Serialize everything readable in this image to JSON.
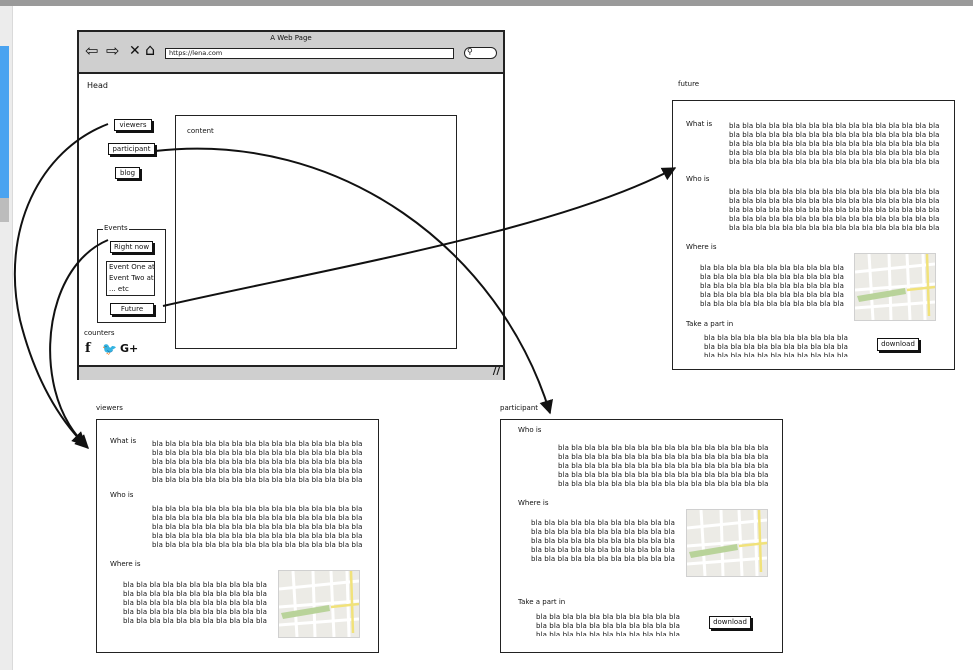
{
  "browser": {
    "title": "A Web Page",
    "url": "https://lena.com",
    "head": "Head",
    "nav": {
      "viewers": "viewers",
      "participant": "participant",
      "blog": "blog"
    },
    "content_label": "content",
    "events": {
      "legend": "Events",
      "right_now": "Right now",
      "list": [
        "Event One at",
        "Event Two at",
        "... etc"
      ],
      "future": "Future"
    },
    "counters": "counters",
    "social_icons": [
      "facebook-icon",
      "twitter-icon",
      "google-plus-icon"
    ]
  },
  "future": {
    "label": "future",
    "what_is": "What is",
    "who_is": "Who is",
    "where_is": "Where is",
    "take_part": "Take a part in",
    "download": "download",
    "text_what": "bla bla bla bla bla bla bla bla bla bla bla bla bla bla bla bla\nbla bla bla bla bla bla bla bla bla bla bla bla bla bla bla bla\nbla bla bla bla bla bla bla bla bla bla bla bla bla bla bla bla\nbla bla bla bla bla bla bla bla bla bla bla bla bla bla bla bla\nbla bla bla bla bla bla bla bla bla bla bla bla bla bla bla bla",
    "text_who": "bla bla bla bla bla bla bla bla bla bla bla bla bla bla bla bla\nbla bla bla bla bla bla bla bla bla bla bla bla bla bla bla bla\nbla bla bla bla bla bla bla bla bla bla bla bla bla bla bla bla\nbla bla bla bla bla bla bla bla bla bla bla bla bla bla bla bla\nbla bla bla bla bla bla bla bla bla bla bla bla bla bla bla bla",
    "text_where": "bla bla bla bla bla bla bla bla bla bla bla\nbla bla bla bla bla bla bla bla bla bla bla\nbla bla bla bla bla bla bla bla bla bla bla\nbla bla bla bla bla bla bla bla bla bla bla\nbla bla bla bla bla bla bla bla bla bla bla",
    "text_take": "bla bla bla bla bla bla bla bla bla bla bla\nbla bla bla bla bla bla bla bla bla bla bla\nbla bla bla bla bla bla bla bla bla bla bla"
  },
  "viewers": {
    "label": "viewers",
    "what_is": "What is",
    "who_is": "Who is",
    "where_is": "Where is",
    "text_what": "bla bla bla bla bla bla bla bla bla bla bla bla bla bla bla bla\nbla bla bla bla bla bla bla bla bla bla bla bla bla bla bla bla\nbla bla bla bla bla bla bla bla bla bla bla bla bla bla bla bla\nbla bla bla bla bla bla bla bla bla bla bla bla bla bla bla bla\nbla bla bla bla bla bla bla bla bla bla bla bla bla bla bla bla",
    "text_who": "bla bla bla bla bla bla bla bla bla bla bla bla bla bla bla bla\nbla bla bla bla bla bla bla bla bla bla bla bla bla bla bla bla\nbla bla bla bla bla bla bla bla bla bla bla bla bla bla bla bla\nbla bla bla bla bla bla bla bla bla bla bla bla bla bla bla bla\nbla bla bla bla bla bla bla bla bla bla bla bla bla bla bla bla",
    "text_where": "bla bla bla bla bla bla bla bla bla bla bla\nbla bla bla bla bla bla bla bla bla bla bla\nbla bla bla bla bla bla bla bla bla bla bla\nbla bla bla bla bla bla bla bla bla bla bla\nbla bla bla bla bla bla bla bla bla bla bla"
  },
  "participant": {
    "label": "participant",
    "who_is": "Who is",
    "where_is": "Where is",
    "take_part": "Take a part in",
    "download": "download",
    "text_who": "bla bla bla bla bla bla bla bla bla bla bla bla bla bla bla bla\nbla bla bla bla bla bla bla bla bla bla bla bla bla bla bla bla\nbla bla bla bla bla bla bla bla bla bla bla bla bla bla bla bla\nbla bla bla bla bla bla bla bla bla bla bla bla bla bla bla bla\nbla bla bla bla bla bla bla bla bla bla bla bla bla bla bla bla",
    "text_where": "bla bla bla bla bla bla bla bla bla bla bla\nbla bla bla bla bla bla bla bla bla bla bla\nbla bla bla bla bla bla bla bla bla bla bla\nbla bla bla bla bla bla bla bla bla bla bla\nbla bla bla bla bla bla bla bla bla bla bla",
    "text_take": "bla bla bla bla bla bla bla bla bla bla bla\nbla bla bla bla bla bla bla bla bla bla bla\nbla bla bla bla bla bla bla bla bla bla bla"
  },
  "colors": {
    "map_park": "#b9d39a",
    "map_road": "#f1e27a",
    "map_bg": "#ecebe6",
    "selection": "#4aa3f0"
  }
}
